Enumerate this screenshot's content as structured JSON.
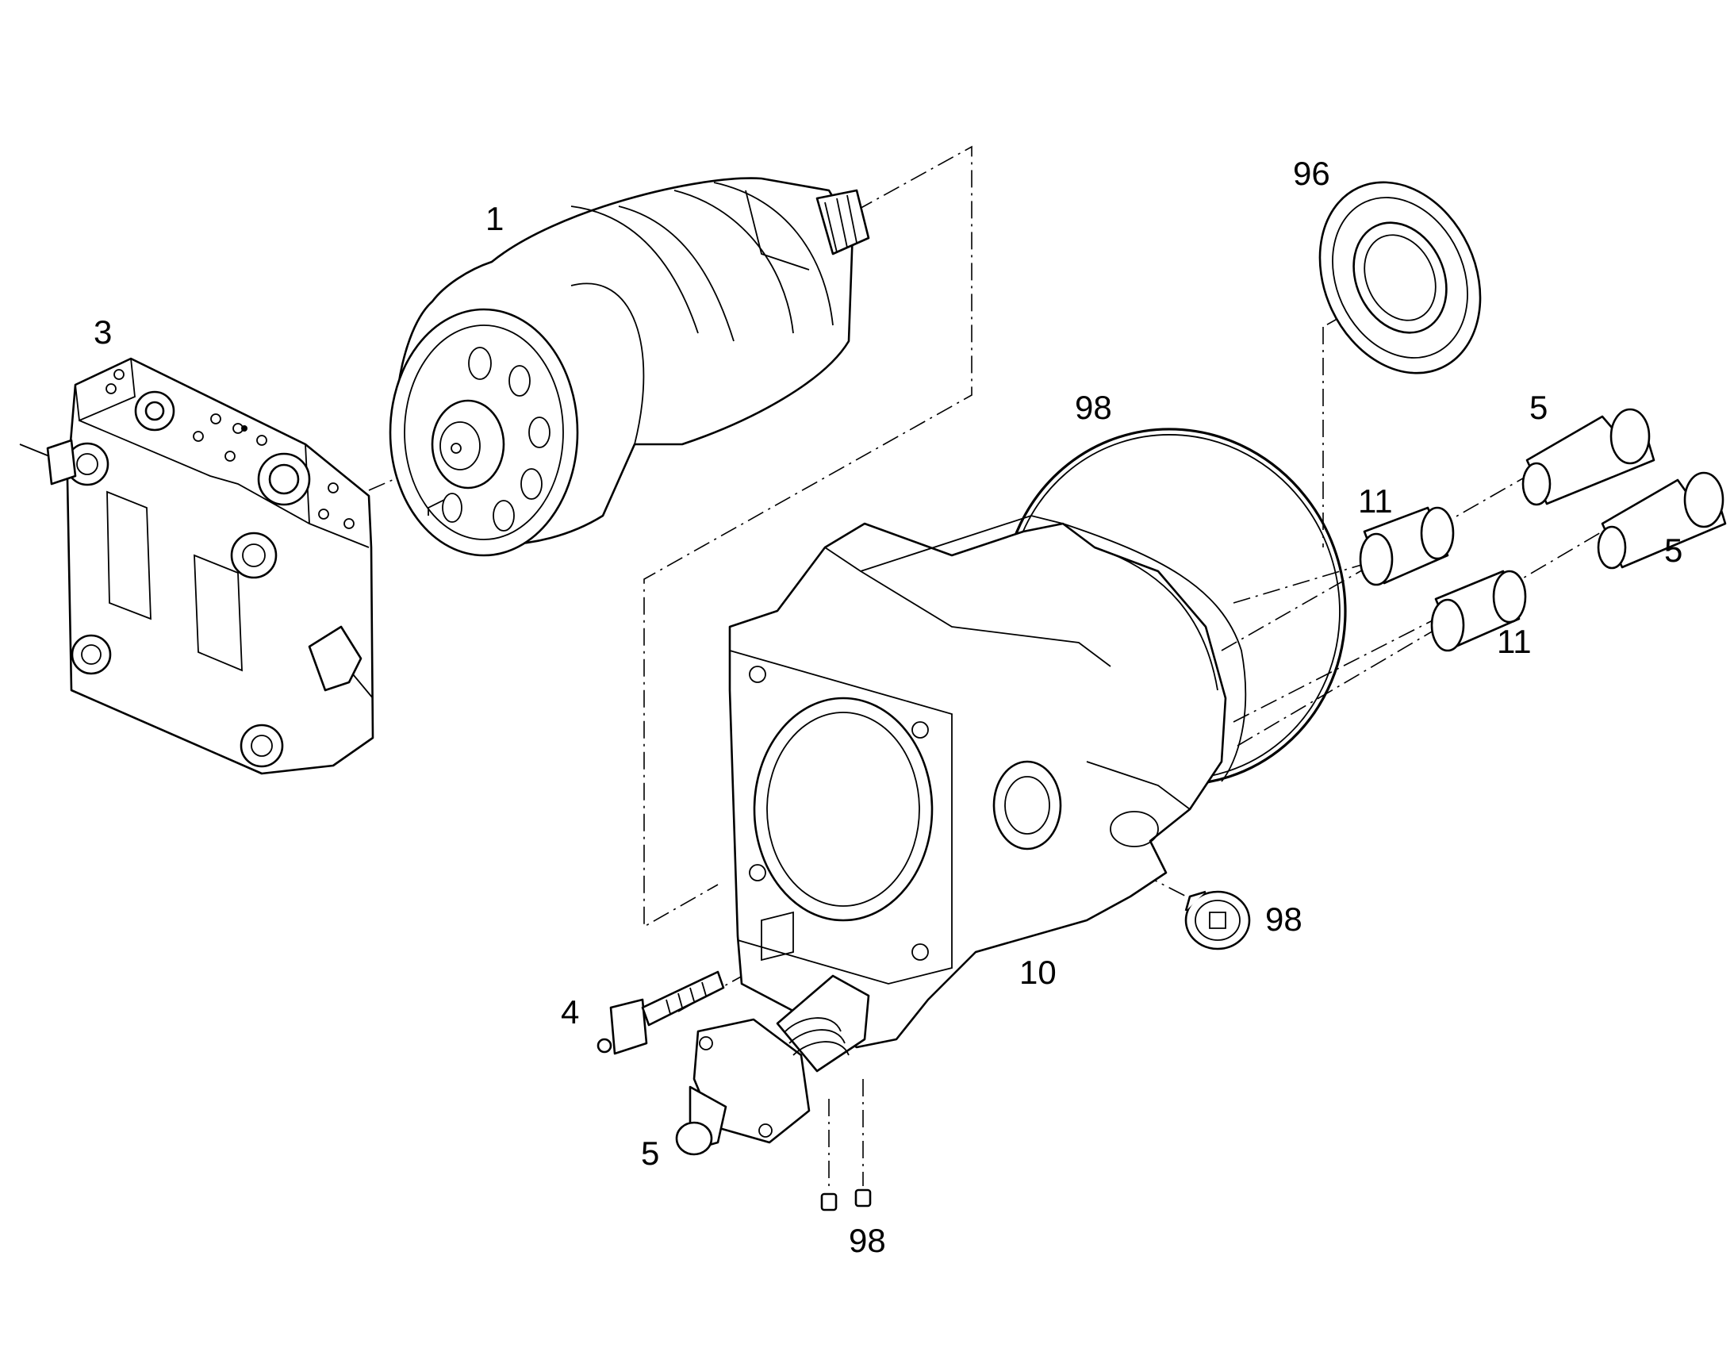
{
  "callouts": {
    "c1": "1",
    "c3": "3",
    "c96": "96",
    "c98_oring": "98",
    "c5_top": "5",
    "c11_top": "11",
    "c5_right": "5",
    "c11_right": "11",
    "c98_plug": "98",
    "c10": "10",
    "c4": "4",
    "c5_bottom": "5",
    "c98_bottom": "98"
  }
}
